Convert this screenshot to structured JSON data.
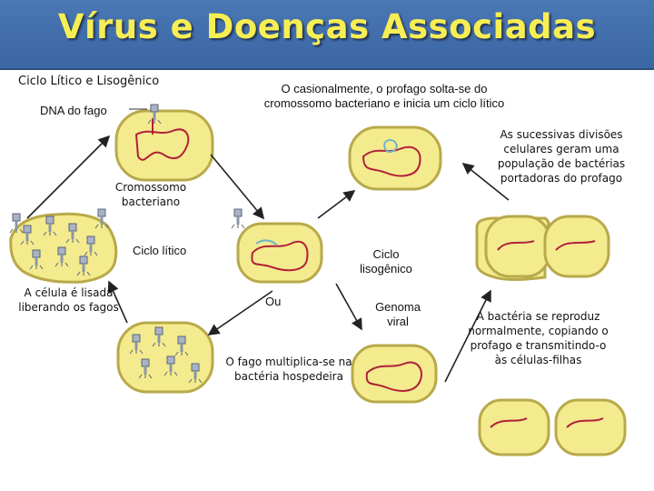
{
  "title": "Vírus e Doenças Associadas",
  "subtitle": "Ciclo Lítico e Lisogênico",
  "labels": {
    "dna_do_fago": "DNA do fago",
    "cromossomo_bacteriano": "Cromossomo\nbacteriano",
    "ciclo_litico": "Ciclo lítico",
    "ciclo_lisogenico": "Ciclo\nlisogênico",
    "ocasionalmente": "O casionalmente, o profago solta-se do\ncromossomo bacteriano e inicia um ciclo lítico",
    "sucessivas_divisoes": "As sucessivas divisões\ncelulares geram uma\npopulação de bactérias\nportadoras do profago",
    "celula_lisada": "A célula é lisada\nliberando os fagos",
    "ou": "Ou",
    "genoma_viral": "Genoma\nviral",
    "fago_multiplica": "O fago multiplica-se na\nbactéria hospedeira",
    "bacteria_reproduz": "A bactéria se reproduz\nnormalmente, copiando o\nprofago e transmitindo-o\nàs células-filhas"
  },
  "colors": {
    "title_bg": "#4a78b5",
    "title_text": "#f7ee54",
    "cell_fill": "#f3eb8e",
    "cell_wall": "#b8a94a",
    "chromosome": "#b2203a",
    "prophage": "#6bb5c8",
    "phage": "#9aa4b6"
  }
}
